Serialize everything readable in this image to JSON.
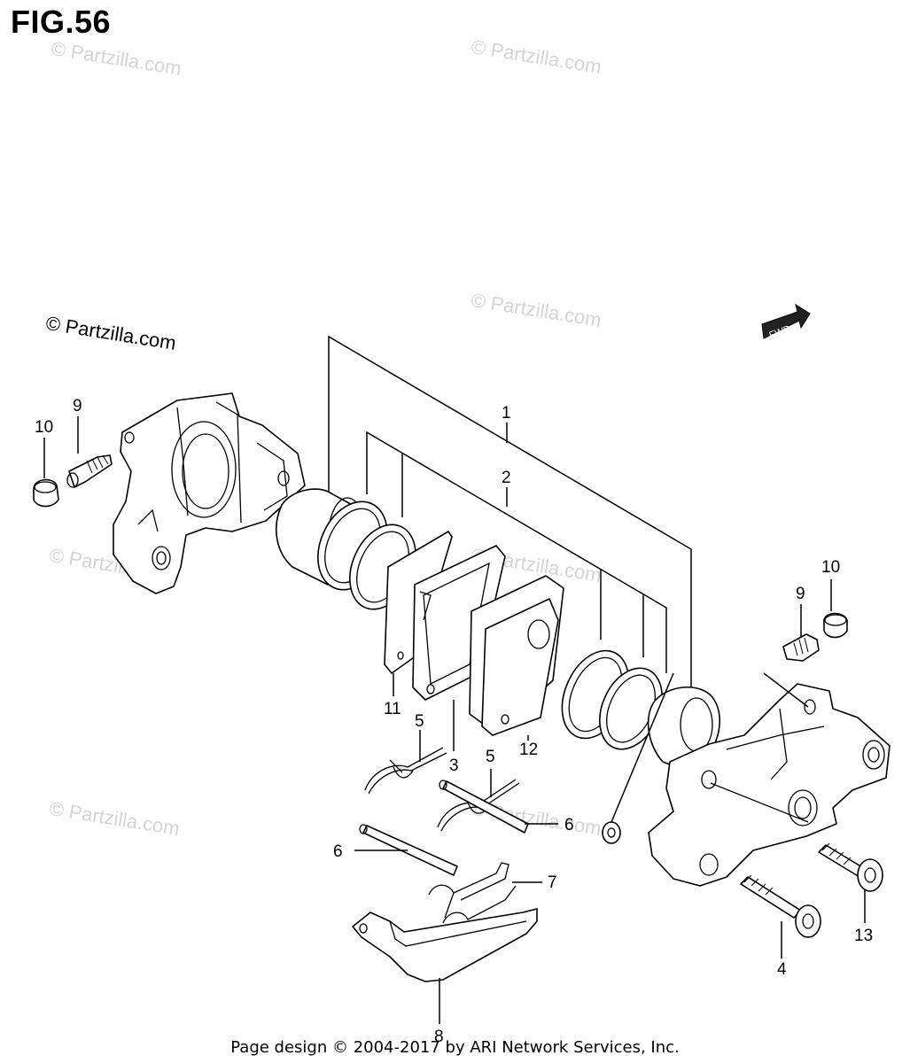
{
  "figure_title": "FIG.56",
  "copyright_notice": "© Partzilla.com",
  "watermark_text": "© Partzilla.com",
  "footer_text": "Page design © 2004-2017 by ARI Network Services, Inc.",
  "fwd_arrow_label": "FWD",
  "callouts": {
    "c1": "1",
    "c2": "2",
    "c3": "3",
    "c4": "4",
    "c5a": "5",
    "c5b": "5",
    "c6a": "6",
    "c6b": "6",
    "c7": "7",
    "c8": "8",
    "c9a": "9",
    "c9b": "9",
    "c10a": "10",
    "c10b": "10",
    "c11": "11",
    "c12": "12",
    "c13": "13"
  }
}
